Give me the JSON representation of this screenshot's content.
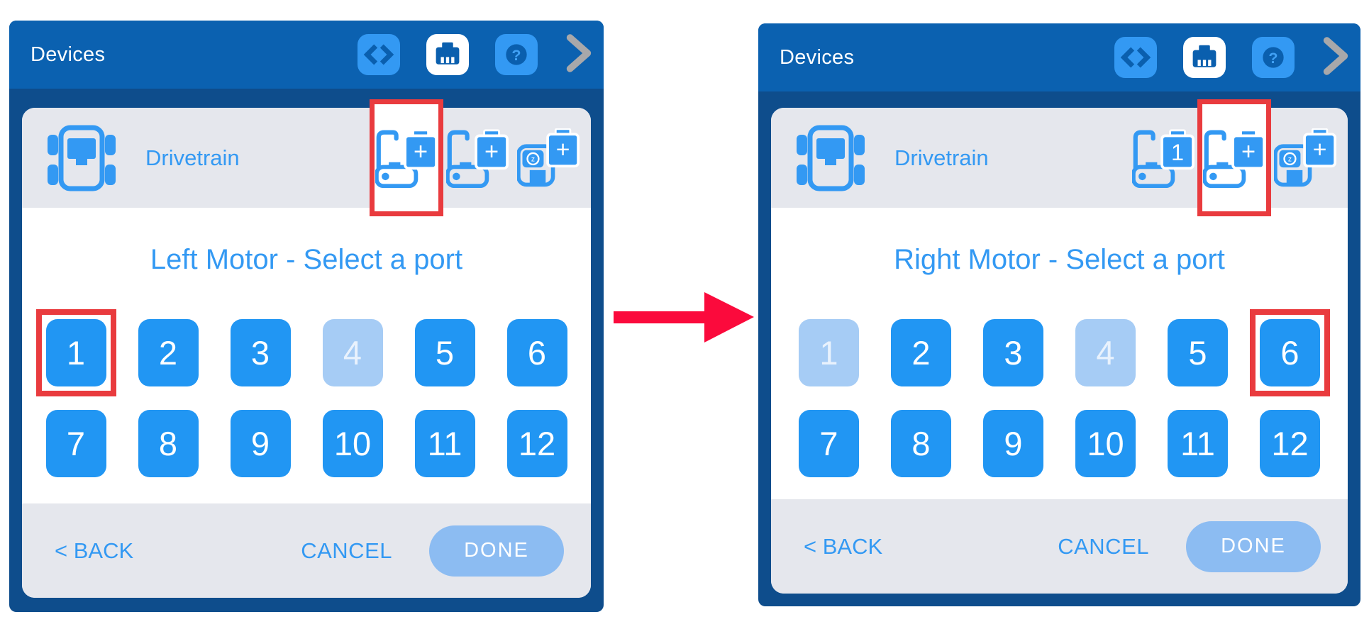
{
  "glyphs": {
    "plus": "+",
    "one": "1",
    "help": "?",
    "gyro": "z"
  },
  "annotation": {
    "highlight_color": "#e93b3e",
    "arrow_color": "#fb0a3c",
    "arrow_direction": "right"
  },
  "colors": {
    "header_blue": "#0b61b0",
    "panel_border_navy": "#0e4d8c",
    "accent_blue": "#3399f3",
    "port_blue": "#2196f3",
    "port_disabled_blue": "#a6ccf5",
    "row_gray": "#e5e7ed",
    "done_disabled": "#8cbcf2",
    "chevron_gray": "#a8a8aa"
  },
  "panels": [
    {
      "header": {
        "title": "Devices"
      },
      "drivetrain": {
        "label": "Drivetrain",
        "steps": [
          {
            "icon": "motor",
            "badge": "+",
            "highlighted": true
          },
          {
            "icon": "motor",
            "badge": "+",
            "highlighted": false
          },
          {
            "icon": "gyro",
            "badge": "+",
            "highlighted": false
          }
        ]
      },
      "title": "Left Motor - Select a port",
      "ports": [
        {
          "label": "1",
          "state": "highlighted"
        },
        {
          "label": "2",
          "state": "normal"
        },
        {
          "label": "3",
          "state": "normal"
        },
        {
          "label": "4",
          "state": "disabled"
        },
        {
          "label": "5",
          "state": "normal"
        },
        {
          "label": "6",
          "state": "normal"
        },
        {
          "label": "7",
          "state": "normal"
        },
        {
          "label": "8",
          "state": "normal"
        },
        {
          "label": "9",
          "state": "normal"
        },
        {
          "label": "10",
          "state": "normal"
        },
        {
          "label": "11",
          "state": "normal"
        },
        {
          "label": "12",
          "state": "normal"
        }
      ],
      "footer": {
        "back": "< BACK",
        "cancel": "CANCEL",
        "done": "DONE"
      }
    },
    {
      "header": {
        "title": "Devices"
      },
      "drivetrain": {
        "label": "Drivetrain",
        "steps": [
          {
            "icon": "motor",
            "badge": "1",
            "highlighted": false
          },
          {
            "icon": "motor",
            "badge": "+",
            "highlighted": true
          },
          {
            "icon": "gyro",
            "badge": "+",
            "highlighted": false
          }
        ]
      },
      "title": "Right Motor - Select a port",
      "ports": [
        {
          "label": "1",
          "state": "disabled"
        },
        {
          "label": "2",
          "state": "normal"
        },
        {
          "label": "3",
          "state": "normal"
        },
        {
          "label": "4",
          "state": "disabled"
        },
        {
          "label": "5",
          "state": "normal"
        },
        {
          "label": "6",
          "state": "highlighted"
        },
        {
          "label": "7",
          "state": "normal"
        },
        {
          "label": "8",
          "state": "normal"
        },
        {
          "label": "9",
          "state": "normal"
        },
        {
          "label": "10",
          "state": "normal"
        },
        {
          "label": "11",
          "state": "normal"
        },
        {
          "label": "12",
          "state": "normal"
        }
      ],
      "footer": {
        "back": "< BACK",
        "cancel": "CANCEL",
        "done": "DONE"
      }
    }
  ]
}
